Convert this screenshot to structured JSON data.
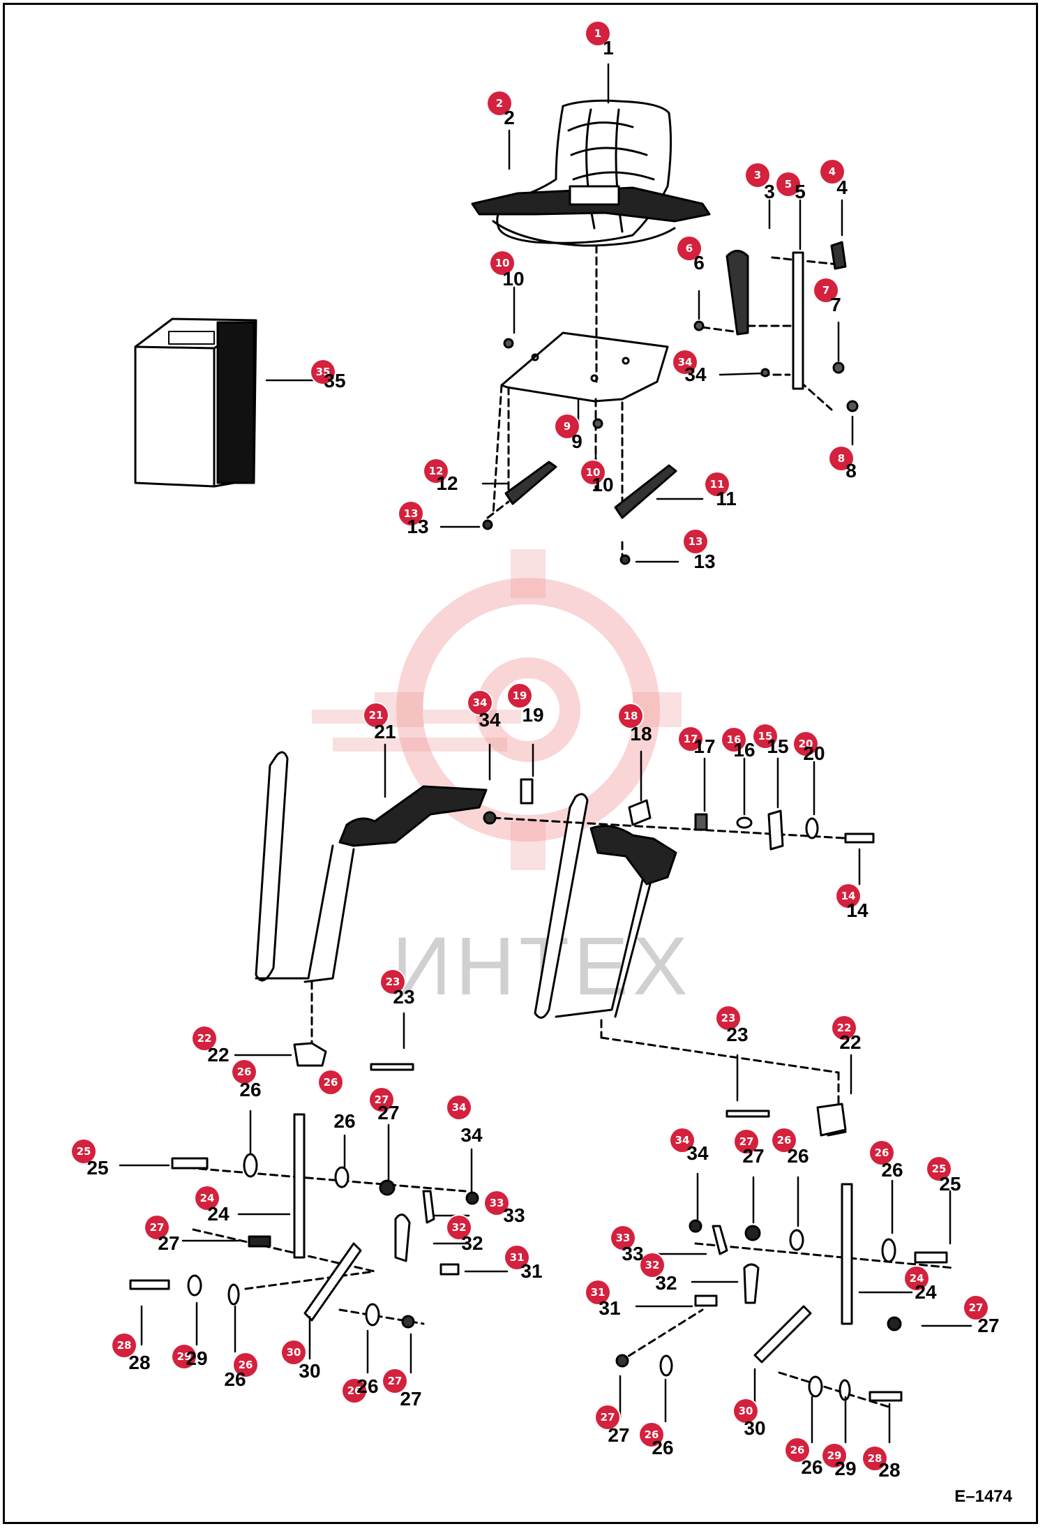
{
  "drawing_id": "E–1474",
  "watermark": {
    "brand_text": "ИНТЕХ",
    "color": "#f6c9c9"
  },
  "callout_color": "#d4213d",
  "callouts": [
    "1",
    "2",
    "3",
    "5",
    "4",
    "10",
    "6",
    "7",
    "35",
    "34",
    "9",
    "8",
    "12",
    "10",
    "11",
    "13",
    "13",
    "21",
    "34",
    "19",
    "18",
    "17",
    "16",
    "15",
    "20",
    "14",
    "23",
    "22",
    "23",
    "22",
    "26",
    "26",
    "27",
    "34",
    "25",
    "24",
    "27",
    "33",
    "32",
    "31",
    "28",
    "29",
    "26",
    "30",
    "26",
    "27",
    "34",
    "27",
    "26",
    "26",
    "25",
    "33",
    "32",
    "31",
    "24",
    "27",
    "27",
    "26",
    "30",
    "26",
    "29",
    "28"
  ],
  "part_numbers": [
    "1",
    "2",
    "3",
    "5",
    "4",
    "10",
    "6",
    "7",
    "35",
    "34",
    "9",
    "8",
    "12",
    "10",
    "11",
    "13",
    "13",
    "21",
    "34",
    "19",
    "18",
    "17",
    "16",
    "15",
    "20",
    "14",
    "23",
    "22",
    "23",
    "22",
    "26",
    "26",
    "27",
    "34",
    "25",
    "24",
    "27",
    "33",
    "32",
    "31",
    "28",
    "29",
    "26",
    "30",
    "26",
    "27",
    "34",
    "27",
    "26",
    "26",
    "25",
    "33",
    "32",
    "31",
    "24",
    "27",
    "27",
    "26",
    "30",
    "26",
    "29",
    "28"
  ]
}
